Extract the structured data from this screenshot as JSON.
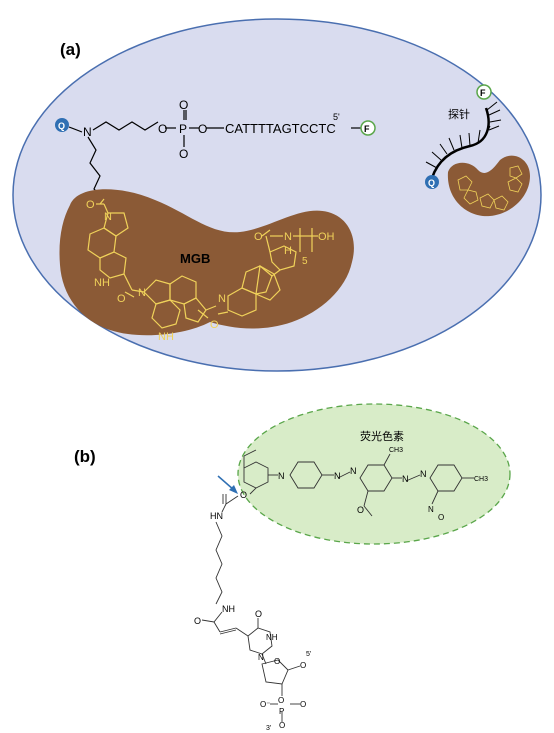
{
  "panel_a": {
    "label": "(a)",
    "quencher_label": "Q",
    "fluor_label": "F",
    "phosphate": {
      "p": "P",
      "o": "O"
    },
    "nitrogen": "N",
    "sequence": "CATTTTAGTCCTC",
    "five_prime": "5'",
    "mgb_label": "MGB",
    "nh_labels": [
      "NH",
      "NH"
    ],
    "tail_label": {
      "n": "N",
      "h": "H",
      "oh": "OH",
      "count": "5"
    },
    "probe_label": "探针"
  },
  "panel_b": {
    "label": "(b)",
    "dye_label": "荧光色素",
    "atoms": {
      "hn": "HN",
      "nh": "NH",
      "o": "O",
      "n": "N",
      "ch3": "CH3",
      "o_minus": "O⁻",
      "p": "P",
      "five": "5'",
      "three": "3'",
      "nitro_n": "N",
      "nitro_o": "O"
    }
  },
  "colors": {
    "ellipse_fill": "#d9dcef",
    "ellipse_stroke": "#4a6fb0",
    "blob_fill": "#8b5a36",
    "structure_yellow": "#f0d25a",
    "q_fill": "#2f6fb3",
    "f_stroke": "#5aa64a",
    "dye_fill": "#d8ecc8",
    "dye_stroke": "#5aa64a",
    "arrow": "#2f6fb3"
  }
}
